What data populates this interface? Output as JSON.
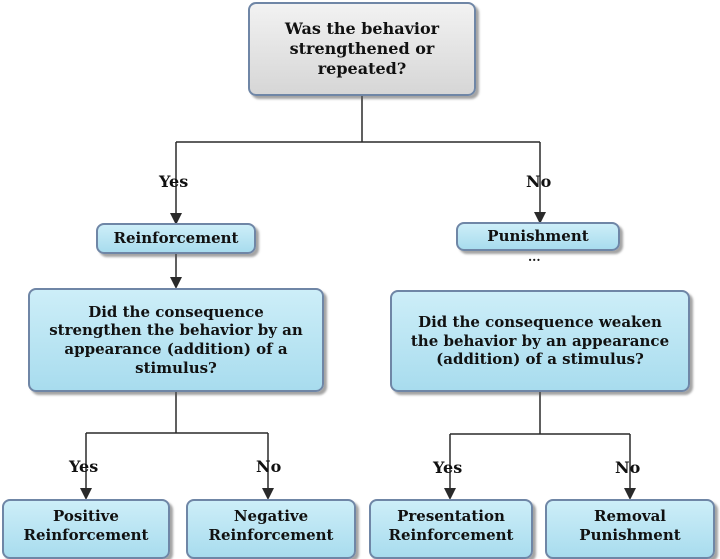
{
  "root": {
    "text": "Was the behavior strengthened or repeated?"
  },
  "labels": {
    "yes_top": "Yes",
    "no_top": "No",
    "yes_left": "Yes",
    "no_left": "No",
    "yes_right": "Yes",
    "no_right": "No",
    "ellipsis": "..."
  },
  "reinforcement": {
    "text": "Reinforcement"
  },
  "punishment": {
    "text": "Punishment"
  },
  "question_left": {
    "text": "Did the consequence strengthen the behavior by an appearance (addition) of a stimulus?"
  },
  "question_right": {
    "text": "Did the consequence weaken the behavior by an appearance (addition) of a stimulus?"
  },
  "leaves": {
    "positive": "Positive Reinforcement",
    "negative": "Negative Reinforcement",
    "presentation": "Presentation Reinforcement",
    "removal": "Removal Punishment"
  },
  "colors": {
    "line": "#2a2a2a",
    "border": "#6f86a6",
    "blue_fill": "#b9e4f3",
    "gray_fill": "#e2e2e2"
  }
}
